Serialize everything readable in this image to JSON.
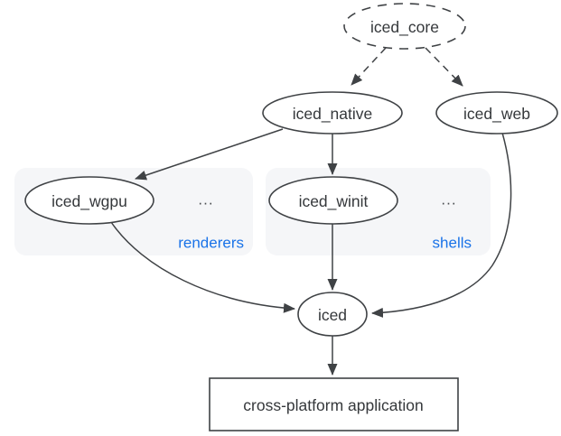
{
  "diagram": {
    "nodes": {
      "iced_core": {
        "label": "iced_core",
        "shape": "dashed-ellipse"
      },
      "iced_native": {
        "label": "iced_native",
        "shape": "ellipse"
      },
      "iced_web": {
        "label": "iced_web",
        "shape": "ellipse"
      },
      "iced_wgpu": {
        "label": "iced_wgpu",
        "shape": "ellipse"
      },
      "iced_winit": {
        "label": "iced_winit",
        "shape": "ellipse"
      },
      "iced": {
        "label": "iced",
        "shape": "ellipse"
      },
      "app": {
        "label": "cross-platform application",
        "shape": "rect"
      }
    },
    "groups": {
      "renderers": {
        "label": "renderers",
        "ellipsis": "..."
      },
      "shells": {
        "label": "shells",
        "ellipsis": "..."
      }
    },
    "edges": [
      {
        "from": "iced_core",
        "to": "iced_native",
        "style": "dashed"
      },
      {
        "from": "iced_core",
        "to": "iced_web",
        "style": "dashed"
      },
      {
        "from": "iced_native",
        "to": "iced_wgpu",
        "style": "solid"
      },
      {
        "from": "iced_native",
        "to": "iced_winit",
        "style": "solid"
      },
      {
        "from": "iced_wgpu",
        "to": "iced",
        "style": "solid"
      },
      {
        "from": "iced_winit",
        "to": "iced",
        "style": "solid"
      },
      {
        "from": "iced_web",
        "to": "iced",
        "style": "solid"
      },
      {
        "from": "iced",
        "to": "app",
        "style": "solid"
      }
    ],
    "colors": {
      "accent_blue": "#1a73e8",
      "node_stroke": "#3f4245",
      "text": "#35383b",
      "group_fill": "#f5f6f8",
      "background": "#ffffff"
    }
  }
}
